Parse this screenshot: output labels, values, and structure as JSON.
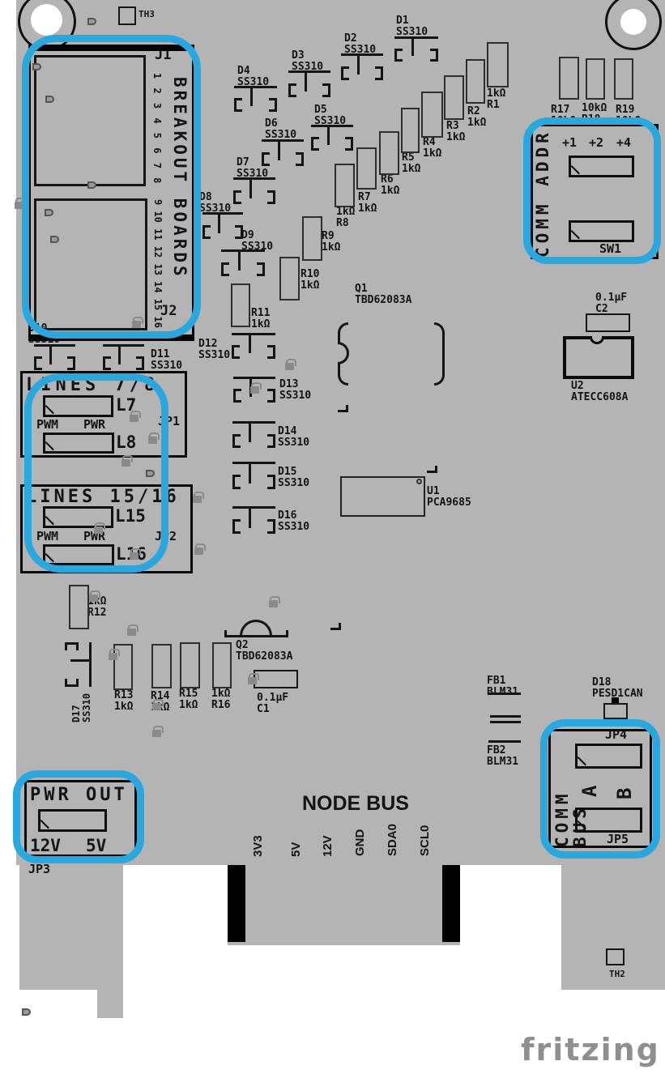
{
  "colors": {
    "gray": "#b4b4b4",
    "blue": "#29A8E0",
    "silk": "#141414",
    "logo": "#8f8f8f"
  },
  "logo": "fritzing",
  "thermals": {
    "th2": "TH2",
    "th3": "TH3"
  },
  "breakout": {
    "title": "BREAKOUT BOARDS",
    "j1": "J1",
    "j2": "J2",
    "j1_pins": "1 2 3 4 5 6 7 8",
    "j2_pins": "9 10 11 12 13 14 15 16"
  },
  "labels": {
    "d1": "D1\nSS310",
    "d2": "D2\nSS310",
    "d3": "D3\nSS310",
    "d4": "D4\nSS310",
    "d5": "D5\nSS310",
    "d6": "D6\nSS310",
    "d7": "D7\nSS310",
    "d8": "D8\nSS310",
    "d9": "D9\nSS310",
    "d10": "D10\nSS310",
    "d11": "D11\nSS310",
    "d12": "D12\nSS310",
    "d13": "D13\nSS310",
    "d14": "D14\nSS310",
    "d15": "D15\nSS310",
    "d16": "D16\nSS310",
    "d17": "D17\nSS310",
    "d18": "D18\nPESD1CAN",
    "r1": "1kΩ\nR1",
    "r2": "R2\n1kΩ",
    "r3": "R3\n1kΩ",
    "r4": "R4\n1kΩ",
    "r5": "R5\n1kΩ",
    "r6": "R6\n1kΩ",
    "r7": "R7\n1kΩ",
    "r8": "1kΩ\nR8",
    "r9": "R9\n1kΩ",
    "r10": "R10\n1kΩ",
    "r11": "R11\n1kΩ",
    "r12": "1kΩ\nR12",
    "r13": "R13\n1kΩ",
    "r14": "R14\n1kΩ",
    "r15": "R15\n1kΩ",
    "r16": "1kΩ\nR16",
    "r17": "R17\n10kΩ",
    "r18": "10kΩ\nR18",
    "r19": "R19\n10kΩ",
    "q1": "Q1\nTBD62083A",
    "q2": "Q2\nTBD62083A",
    "u1": "U1\nPCA9685",
    "u2": "U2\nATECC608A",
    "c1": "0.1µF\nC1",
    "c2": "0.1µF\nC2",
    "fb1": "FB1\nBLM31",
    "fb2": "FB2\nBLM31"
  },
  "comm_addr": {
    "title": "COMM ADDR",
    "b1": "+1",
    "b2": "+2",
    "b4": "+4",
    "sw": "SW1"
  },
  "comm_bus": {
    "title": "COMM BUS",
    "jp4": "JP4",
    "jp5": "JP5",
    "a": "A",
    "b": "B"
  },
  "lines78": {
    "title": "LINES 7/8",
    "l7": "L7",
    "l8": "L8",
    "jp": "JP1"
  },
  "lines1516": {
    "title": "LINES 15/16",
    "l15": "L15",
    "l16": "L16",
    "jp": "JP2"
  },
  "shared": {
    "pwm": "PWM",
    "pwr": "PWR"
  },
  "pwr_out": {
    "title": "PWR OUT",
    "v12": "12V",
    "v5": "5V",
    "jp": "JP3"
  },
  "node_bus": {
    "title": "NODE BUS",
    "pins": [
      "3V3",
      "5V",
      "12V",
      "GND",
      "SDA0",
      "SCL0"
    ]
  }
}
